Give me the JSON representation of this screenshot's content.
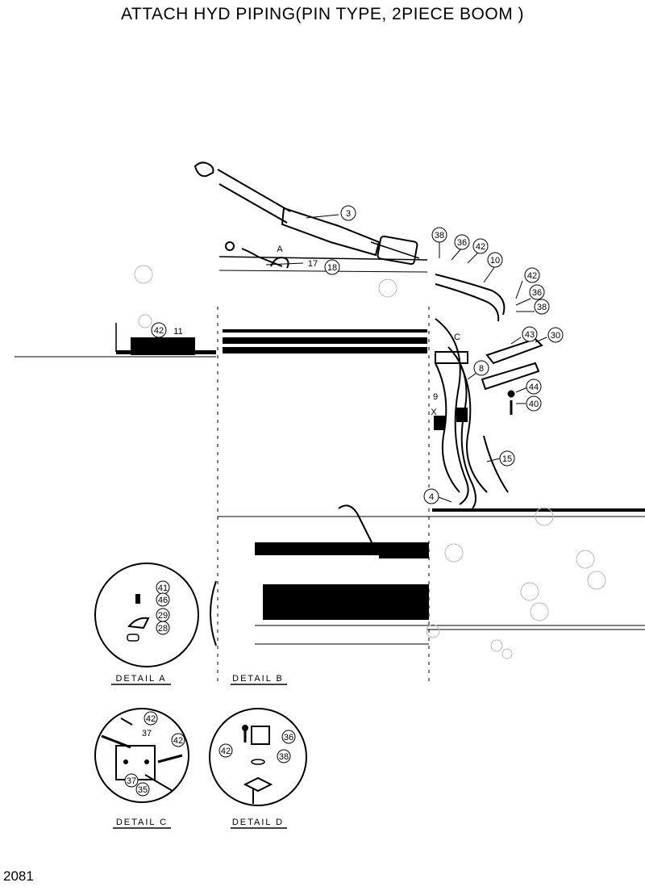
{
  "title": "ATTACH HYD PIPING(PIN TYPE, 2PIECE BOOM )",
  "page_number": "2081",
  "main_view": {
    "view_marks": [
      "A",
      "C",
      "X"
    ],
    "callouts": [
      "3",
      "17",
      "18",
      "38",
      "36",
      "42",
      "10",
      "42",
      "36",
      "38",
      "43",
      "30",
      "8",
      "9",
      "44",
      "40",
      "15",
      "4",
      "42",
      "11"
    ]
  },
  "details": {
    "a": {
      "label": "DETAIL A",
      "callouts": [
        "41",
        "46",
        "29",
        "28"
      ]
    },
    "b": {
      "label": "DETAIL B"
    },
    "c": {
      "label": "DETAIL C",
      "callouts": [
        "42",
        "37",
        "42",
        "37",
        "35"
      ]
    },
    "d": {
      "label": "DETAIL D",
      "callouts": [
        "42",
        "36",
        "38"
      ]
    }
  }
}
